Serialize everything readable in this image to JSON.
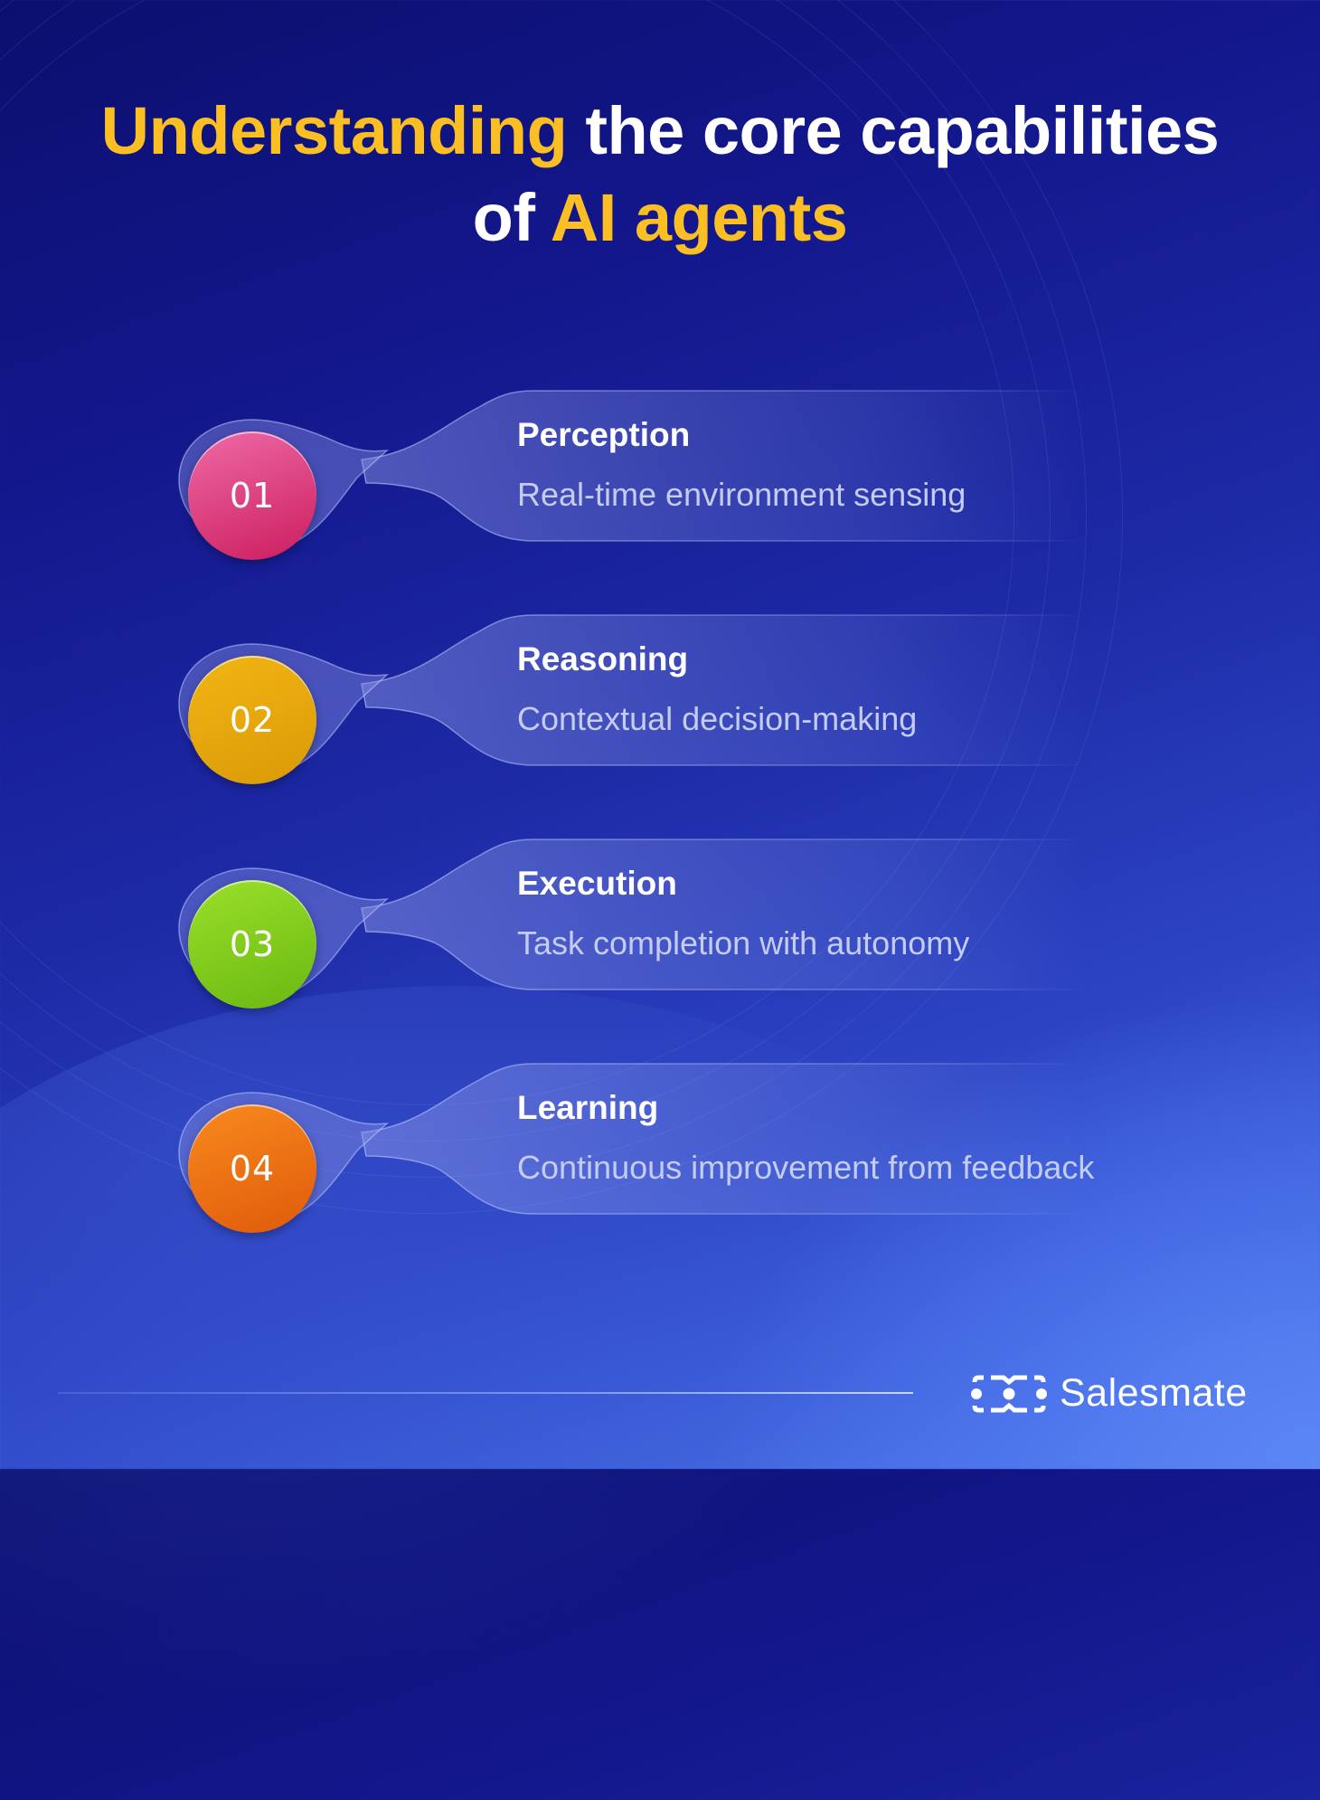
{
  "title": {
    "line1_highlight": "Understanding",
    "line1_rest": " the core capabilities",
    "line2_prefix": "of ",
    "line2_highlight": "AI agents"
  },
  "items": [
    {
      "number": "01",
      "title": "Perception",
      "subtitle": "Real-time environment sensing",
      "color_top": "#ee6aa6",
      "color_bottom": "#cc1d5e"
    },
    {
      "number": "02",
      "title": "Reasoning",
      "subtitle": "Contextual decision-making",
      "color_top": "#f2b514",
      "color_bottom": "#d99a06"
    },
    {
      "number": "03",
      "title": "Execution",
      "subtitle": "Task completion with autonomy",
      "color_top": "#9ae02a",
      "color_bottom": "#6bb812"
    },
    {
      "number": "04",
      "title": "Learning",
      "subtitle": "Continuous improvement from feedback",
      "color_top": "#f88a1e",
      "color_bottom": "#e05a0a"
    }
  ],
  "footer": {
    "brand": "Salesmate",
    "logo_icon": "salesmate-logo-icon"
  },
  "colors": {
    "accent": "#fbbf24",
    "background_dark": "#0b0f6e",
    "background_light": "#5580ef"
  }
}
